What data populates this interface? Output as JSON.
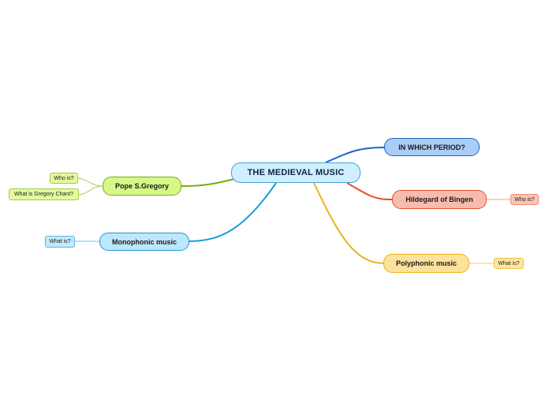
{
  "central": {
    "label": "THE MEDIEVAL MUSIC",
    "fill": "#cfeeff",
    "stroke": "#4ba0d6"
  },
  "branches": {
    "period": {
      "label": "IN WHICH PERIOD?",
      "fill": "#a9cdf5",
      "stroke": "#1a63c9",
      "line": "#1a63c9"
    },
    "hildegard": {
      "label": "Hildegard of Bingen",
      "fill": "#f8bcae",
      "stroke": "#e0522a",
      "line": "#e0522a"
    },
    "hildegard_who": {
      "label": "Who is?",
      "fill": "#f8c5b8",
      "stroke": "#ef8c74",
      "line": "#f3a08c"
    },
    "polyphonic": {
      "label": "Polyphonic music",
      "fill": "#fde29b",
      "stroke": "#eeb21a",
      "line": "#eeb21a"
    },
    "polyphonic_what": {
      "label": "What is?",
      "fill": "#fde6a2",
      "stroke": "#f0c040",
      "line": "#f3cc66"
    },
    "gregory": {
      "label": "Pope S.Gregory",
      "fill": "#d6f887",
      "stroke": "#7aaa1a",
      "line": "#7aaa1a"
    },
    "gregory_who": {
      "label": "Who is?",
      "fill": "#e2fa9c",
      "stroke": "#a3cc44",
      "line": "#a8d055"
    },
    "gregory_chant": {
      "label": "What is Gregory Chant?",
      "fill": "#e2fa9c",
      "stroke": "#a3cc44",
      "line": "#a8d055"
    },
    "monophonic": {
      "label": "Monophonic music",
      "fill": "#bde7fb",
      "stroke": "#1a9cd8",
      "line": "#1a9cd8"
    },
    "monophonic_what": {
      "label": "What is?",
      "fill": "#c2e9fb",
      "stroke": "#55b6e2",
      "line": "#77c5ea"
    }
  }
}
